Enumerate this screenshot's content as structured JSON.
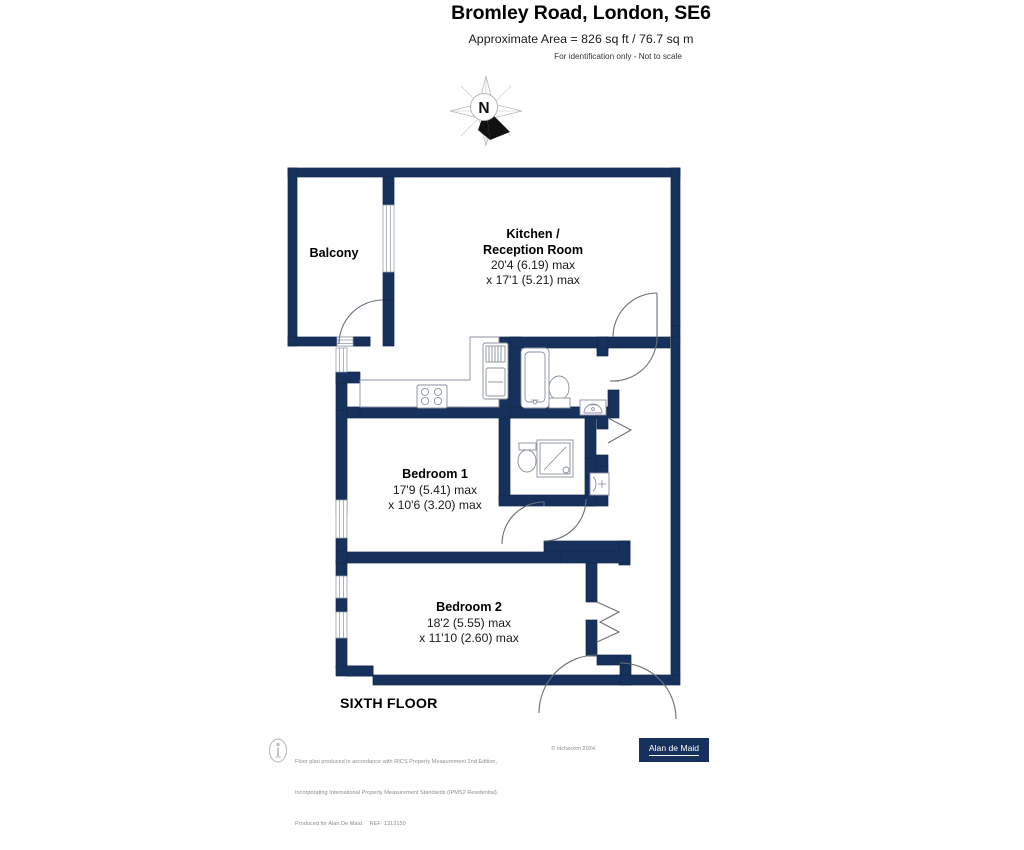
{
  "header": {
    "title": "Bromley Road, London, SE6",
    "subtitle": "Approximate Area = 826 sq ft / 76.7 sq m",
    "note": "For identification only - Not to scale"
  },
  "compass": {
    "label": "N",
    "icon": "compass-rose-icon"
  },
  "rooms": [
    {
      "id": "balcony",
      "name": "Balcony",
      "dim1": "",
      "dim2": ""
    },
    {
      "id": "kitchen",
      "name_line1": "Kitchen /",
      "name_line2": "Reception Room",
      "dim1": "20'4 (6.19) max",
      "dim2": "x 17'1 (5.21) max"
    },
    {
      "id": "bedroom1",
      "name": "Bedroom 1",
      "dim1": "17'9 (5.41) max",
      "dim2": "x 10'6 (3.20) max"
    },
    {
      "id": "bedroom2",
      "name": "Bedroom 2",
      "dim1": "18'2 (5.55) max",
      "dim2": "x 11'10 (2.60) max"
    }
  ],
  "floor_label": "SIXTH FLOOR",
  "footer": {
    "line1": "Floor plan produced in accordance with RICS Property Measurement 2nd Edition,",
    "line2": "Incorporating International Property Measurement Standards (IPMS2 Residential).",
    "line3": "Produced for Alan De Maid.    REF: 1313150",
    "copyright": "© ntchecom 2024.",
    "icon": "info-person-icon"
  },
  "brand": {
    "name": "Alan de Maid"
  },
  "colors": {
    "wall": "#16325c",
    "wall_stroke": "#12294b",
    "fixture_stroke": "#7a7f8c",
    "door_arc": "#6b6f7a",
    "text": "#1a1a1a",
    "footer_text": "#8d8d92"
  },
  "fixtures": [
    {
      "name": "hob-4-burner",
      "room": "kitchen"
    },
    {
      "name": "fridge-freezer",
      "room": "kitchen"
    },
    {
      "name": "bathtub",
      "room": "bathroom"
    },
    {
      "name": "toilet",
      "room": "bathroom"
    },
    {
      "name": "wash-basin",
      "room": "bathroom"
    },
    {
      "name": "shower-enclosure",
      "room": "shower-room"
    },
    {
      "name": "toilet",
      "room": "shower-room"
    },
    {
      "name": "wash-basin",
      "room": "shower-room"
    }
  ]
}
